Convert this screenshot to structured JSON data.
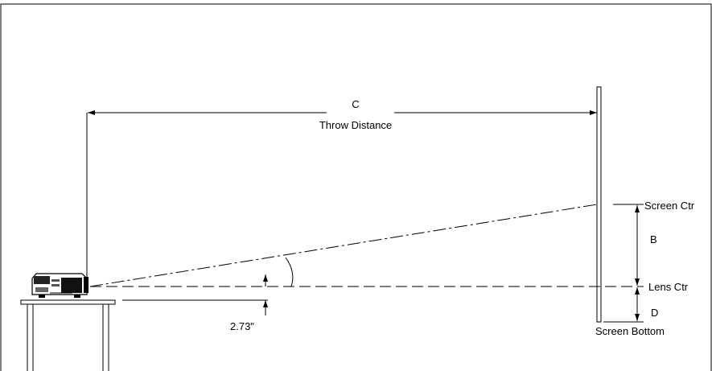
{
  "labels": {
    "dim_c": "C",
    "throw_distance": "Throw Distance",
    "screen_ctr": "Screen Ctr",
    "dim_b": "B",
    "lens_ctr": "Lens Ctr",
    "dim_d": "D",
    "screen_bottom": "Screen Bottom",
    "lens_height": "2.73\""
  },
  "colors": {
    "line": "#000000",
    "background": "#ffffff"
  }
}
